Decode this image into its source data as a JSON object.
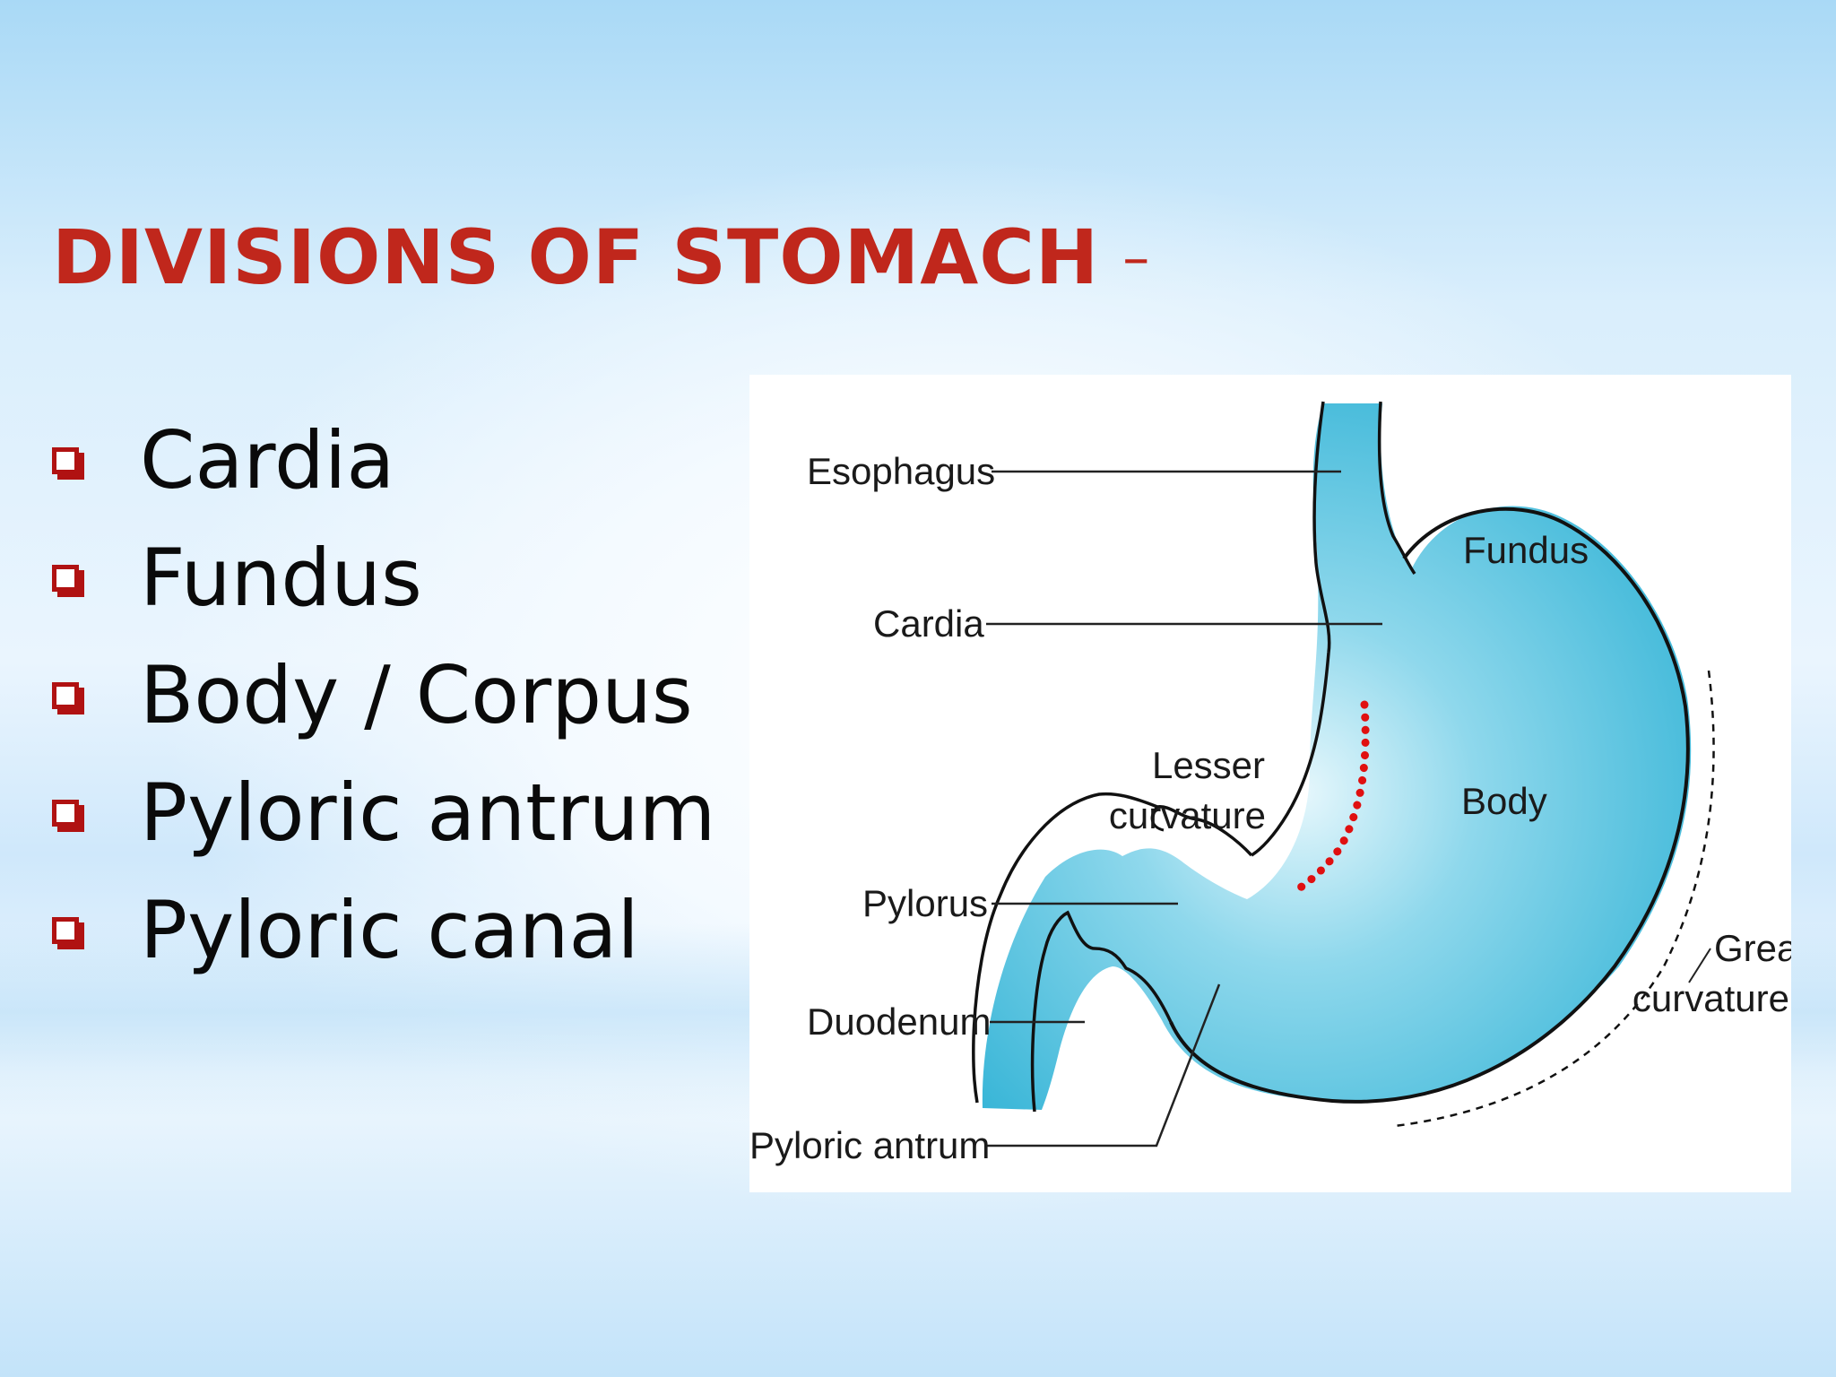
{
  "slide": {
    "title": "DIVISIONS OF STOMACH",
    "title_dash": "–",
    "title_color": "#c0271c",
    "bullet_icon": "checkbox-icon",
    "bullet_color": "#b01212",
    "bullets": [
      "Cardia",
      "Fundus",
      "Body / Corpus",
      "Pyloric antrum",
      "Pyloric canal"
    ]
  },
  "diagram": {
    "labels": {
      "esophagus": "Esophagus",
      "cardia": "Cardia",
      "fundus": "Fundus",
      "lesser_1": "Lesser",
      "lesser_2": "curvature",
      "body": "Body",
      "pylorus": "Pylorus",
      "greater_1": "Greater",
      "greater_2": "curvature",
      "duodenum": "Duodenum",
      "pyloric_antrum": "Pyloric antrum"
    },
    "stomach_color": "#3bb8d8",
    "highlight_color": "#e01010"
  }
}
